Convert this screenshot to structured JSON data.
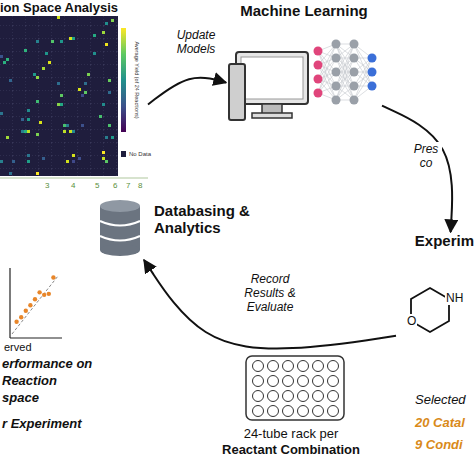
{
  "diagram": {
    "nodes": [
      {
        "text": [
          "ion Space Analysis"
        ]
      },
      {
        "text": [
          "Machine Learning"
        ]
      },
      {
        "text": [
          "Experim"
        ]
      },
      {
        "text": [
          "Databasing & Analytics"
        ]
      },
      {
        "text": [
          "erformance on Reaction space",
          "r Experiment"
        ]
      },
      {
        "text": [
          "24-tube rack per",
          "Reactant Combination"
        ]
      }
    ],
    "edges": [
      {
        "from": 0,
        "to": 1,
        "arrow": "to",
        "label": "Update Models"
      },
      {
        "from": 1,
        "to": 2,
        "arrow": "to",
        "label": "Pres co"
      },
      {
        "from": 2,
        "to": 3,
        "arrow": "to",
        "label": "Record Results & Evaluate"
      }
    ],
    "labels": [
      "Average Yield (of 24 Reactions)",
      "No Data",
      "3",
      "4",
      "5",
      "6",
      "7",
      "8",
      "erved",
      "NH",
      "O",
      "Selected",
      "20 Catal",
      "9 Condi"
    ]
  }
}
